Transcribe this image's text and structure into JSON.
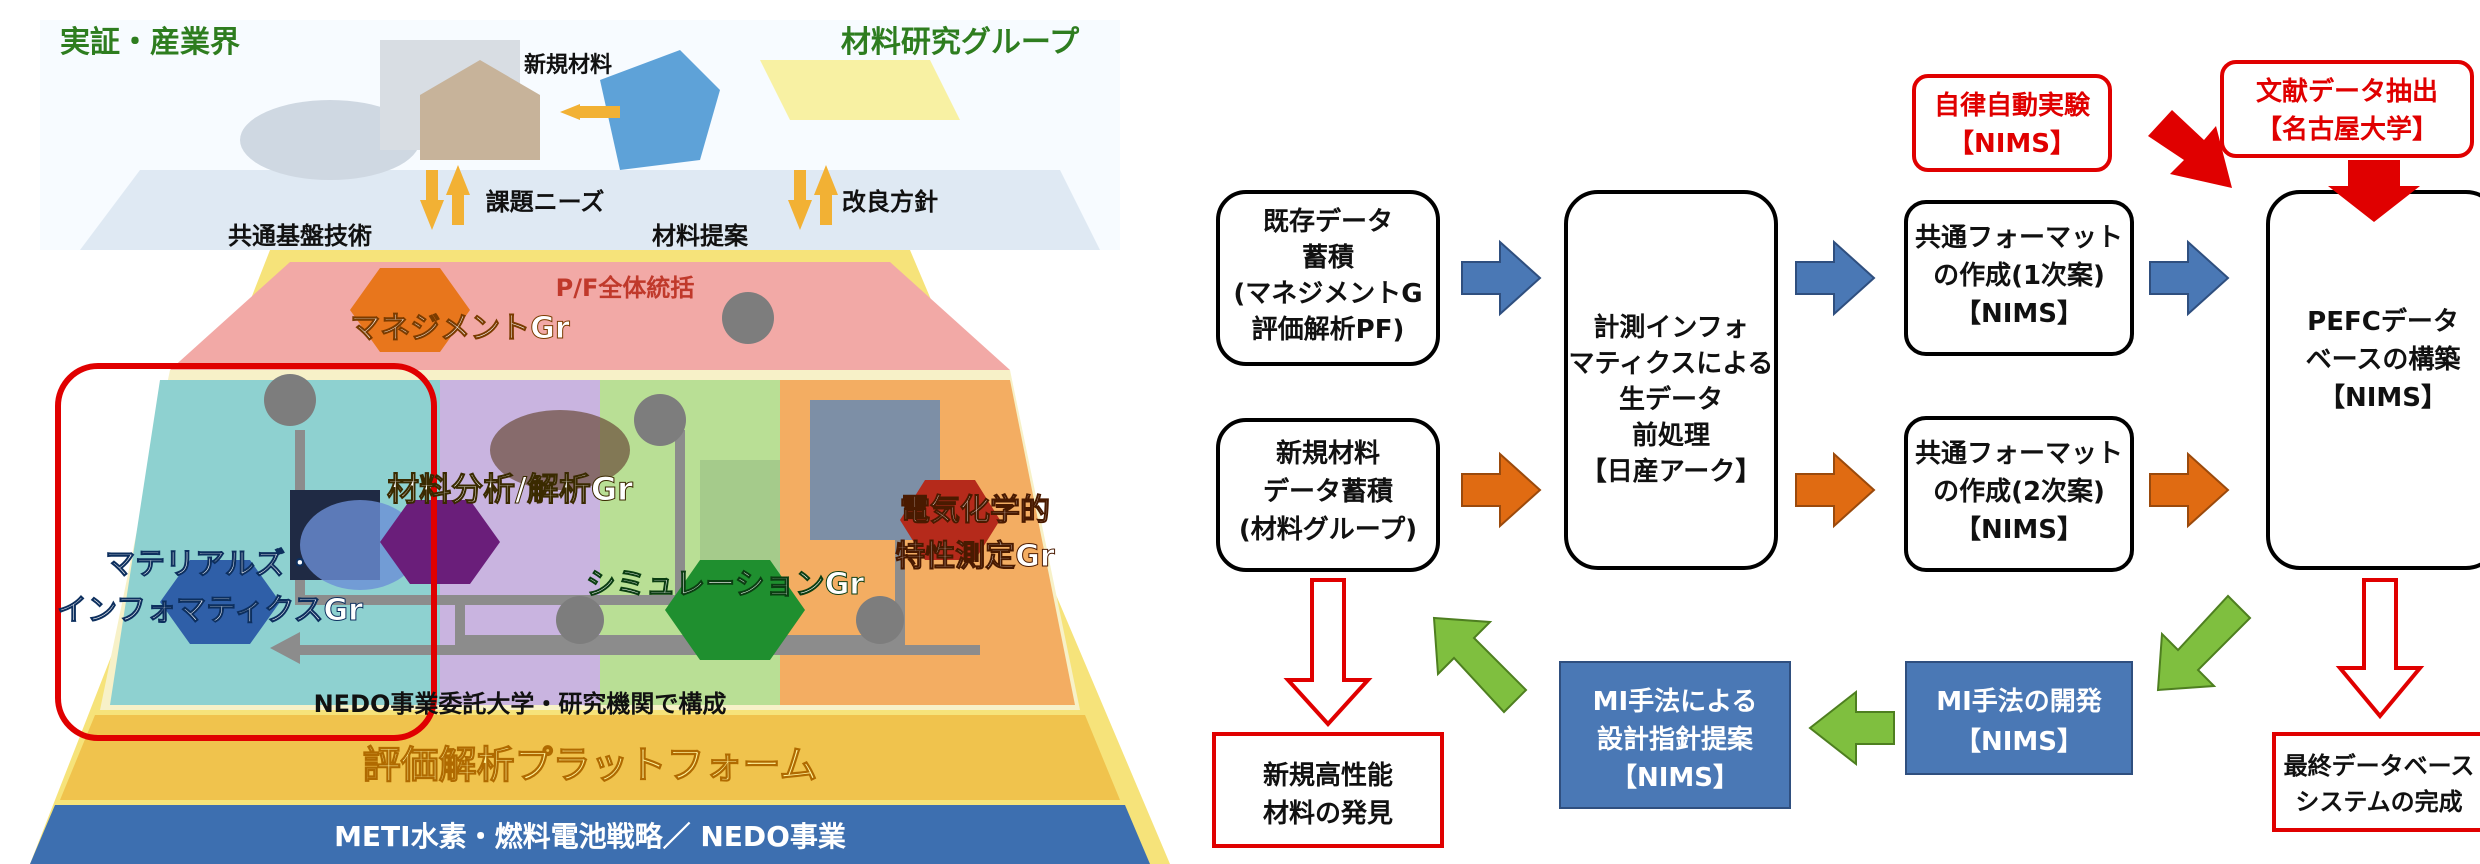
{
  "left": {
    "top_left_label": "実証・産業界",
    "top_right_label": "材料研究グループ",
    "new_material": "新規材料",
    "issue_needs": "課題ニーズ",
    "common_tech": "共通基盤技術",
    "material_proposal": "材料提案",
    "improvement": "改良方針",
    "pf_overall": "P/F全体統括",
    "management_gr": "マネジメントGr",
    "analysis_gr": "材料分析/解析Gr",
    "electrochem_gr_line1": "電気化学的",
    "electrochem_gr_line2": "特性測定Gr",
    "mi_gr_line1": "マテリアルズ・",
    "mi_gr_line2": "インフォマティクスGr",
    "simulation_gr": "シミュレーションGr",
    "nedo_org": "NEDO事業委託大学・研究機関で構成",
    "platform": "評価解析プラットフォーム",
    "meti": "METI水素・燃料電池戦略／ NEDO事業"
  },
  "right": {
    "existing_data": [
      "既存データ",
      "蓄積",
      "(マネジメントG",
      "評価解析PF)"
    ],
    "new_data": [
      "新規材料",
      "データ蓄積",
      "(材料グループ)"
    ],
    "preprocess": [
      "計測インフォ",
      "マティクスによる",
      "生データ",
      "前処理",
      "【日産アーク】"
    ],
    "format1": [
      "共通フォーマット",
      "の作成(1次案)",
      "【NIMS】"
    ],
    "format2": [
      "共通フォーマット",
      "の作成(2次案)",
      "【NIMS】"
    ],
    "auto_exp": [
      "自律自動実験",
      "【NIMS】"
    ],
    "literature": [
      "文献データ抽出",
      "【名古屋大学】"
    ],
    "pefc": [
      "PEFCデータ",
      "ベースの構築",
      "【NIMS】"
    ],
    "mi_dev": [
      "MI手法の開発",
      "【NIMS】"
    ],
    "mi_design": [
      "MI手法による",
      "設計指針提案",
      "【NIMS】"
    ],
    "discovery": [
      "新規高性能",
      "材料の発見"
    ],
    "final_db": [
      "最終データベース",
      "システムの完成"
    ]
  },
  "colors": {
    "blue_arrow": "#4a78b5",
    "orange_arrow": "#e06b12",
    "green_arrow": "#7fbf3f",
    "red": "#e00000",
    "blue_box": "#4a78b5",
    "pyramid_band": "#f2c66b",
    "mgmt_hex": "#e8761c",
    "mi_hex": "#2f5fa8",
    "sim_hex": "#1f8f2f",
    "ec_hex": "#b52a1b"
  }
}
